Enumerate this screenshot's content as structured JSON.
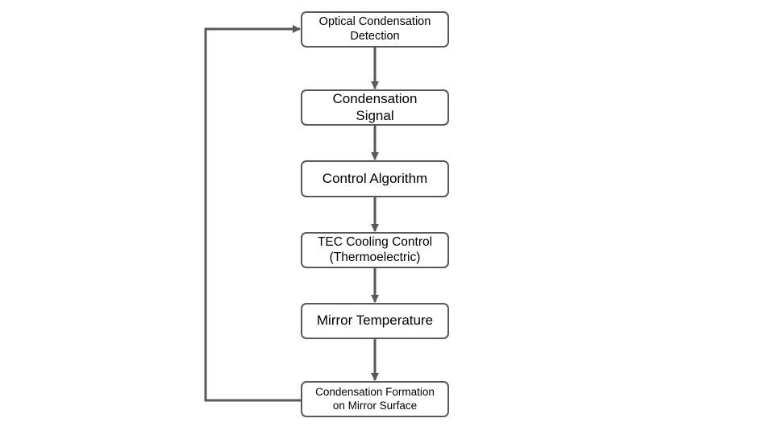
{
  "diagram": {
    "nodes": [
      {
        "id": "n1",
        "label": "Optical Condensation\nDetection"
      },
      {
        "id": "n2",
        "label": "Condensation\nSignal"
      },
      {
        "id": "n3",
        "label": "Control Algorithm"
      },
      {
        "id": "n4",
        "label": "TEC Cooling Control\n(Thermoelectric)"
      },
      {
        "id": "n5",
        "label": "Mirror Temperature"
      },
      {
        "id": "n6",
        "label": "Condensation Formation\non Mirror Surface"
      }
    ],
    "edges": [
      {
        "from": "n1",
        "to": "n2"
      },
      {
        "from": "n2",
        "to": "n3"
      },
      {
        "from": "n3",
        "to": "n4"
      },
      {
        "from": "n4",
        "to": "n5"
      },
      {
        "from": "n5",
        "to": "n6"
      },
      {
        "from": "n6",
        "to": "n1",
        "kind": "feedback"
      }
    ],
    "colors": {
      "stroke": "#595959",
      "node_fill": "#ffffff",
      "text": "#000000"
    }
  }
}
